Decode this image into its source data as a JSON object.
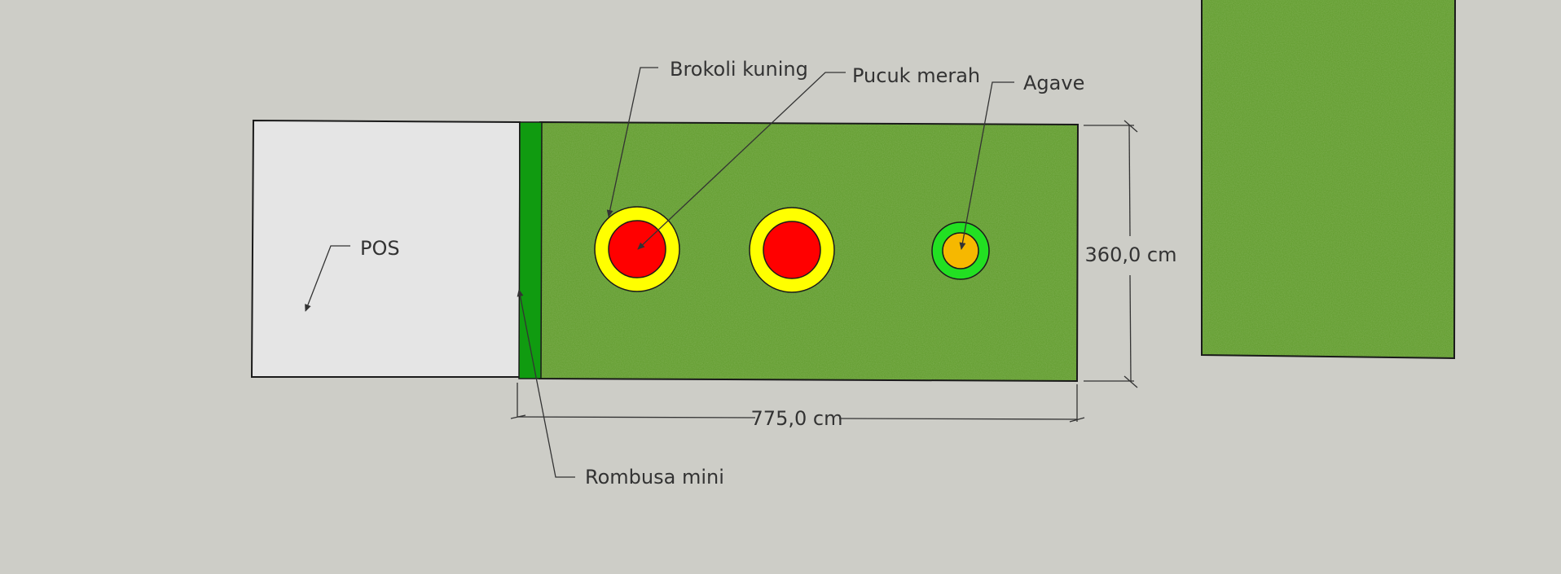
{
  "labels": {
    "pos": "POS",
    "rombusa": "Rombusa mini",
    "brokoli": "Brokoli kuning",
    "pucuk": "Pucuk merah",
    "agave": "Agave"
  },
  "dimensions": {
    "width": "775,0 cm",
    "height": "360,0 cm"
  },
  "colors": {
    "background": "#cdcdc7",
    "grass": "#67a035",
    "grass_dark": "#4f8a25",
    "pos_area": "#e5e5e5",
    "rombusa_strip": "#109b10",
    "brokoli_ring": "#ffff00",
    "pucuk_core": "#ff0000",
    "agave_ring": "#22e022",
    "agave_core": "#f6b800",
    "outline": "#1a1a1a",
    "leader": "#333333"
  }
}
